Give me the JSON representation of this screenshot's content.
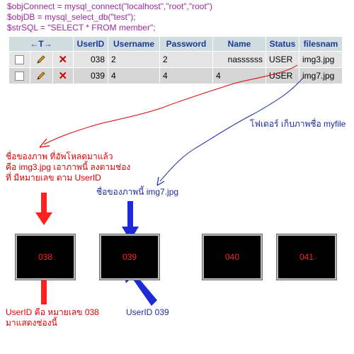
{
  "code_lines": [
    "$objConnect = mysql_connect(\"localhost\",\"root\",\"root\")",
    "$objDB = mysql_select_db(\"test\");",
    "$strSQL = \"SELECT * FROM member\";"
  ],
  "table": {
    "sort_arrows": "←T→",
    "columns": [
      "UserID",
      "Username",
      "Password",
      "Name",
      "Status",
      "filesnam"
    ],
    "rows": [
      {
        "UserID": "038",
        "Username": "2",
        "Password": "2",
        "Name": "nassssss",
        "Status": "USER",
        "filesnam": "img3.jpg"
      },
      {
        "UserID": "039",
        "Username": "4",
        "Password": "4",
        "Name": "4",
        "Status": "USER",
        "filesnam": "img7.jpg"
      }
    ]
  },
  "annotations": {
    "folder_note": "โฟเดอร์ เก็บภาพชื่อ myfile",
    "red_note_1": "ชื่อของภาพ ที่อัพโหลดมาแล้ว",
    "red_note_2": "คือ img3.jpg เอาภาพนี้ ลงตามช่อง",
    "red_note_3": "ที่ มีหมายเลข ตาม UserID",
    "blue_note": "ชื่อของภาพนี้  img7.jpg",
    "bottom_red_1": "UserID คือ หมายเลข 038",
    "bottom_red_2": "มาแสดงช่องนี้",
    "bottom_blue": "UserID 039"
  },
  "boxes": [
    "038",
    "039",
    "040",
    "041"
  ],
  "colors": {
    "red": "#e00000",
    "blue": "#1c2aa8",
    "code": "#9b2a9b",
    "header_bg": "#d0dce0"
  }
}
